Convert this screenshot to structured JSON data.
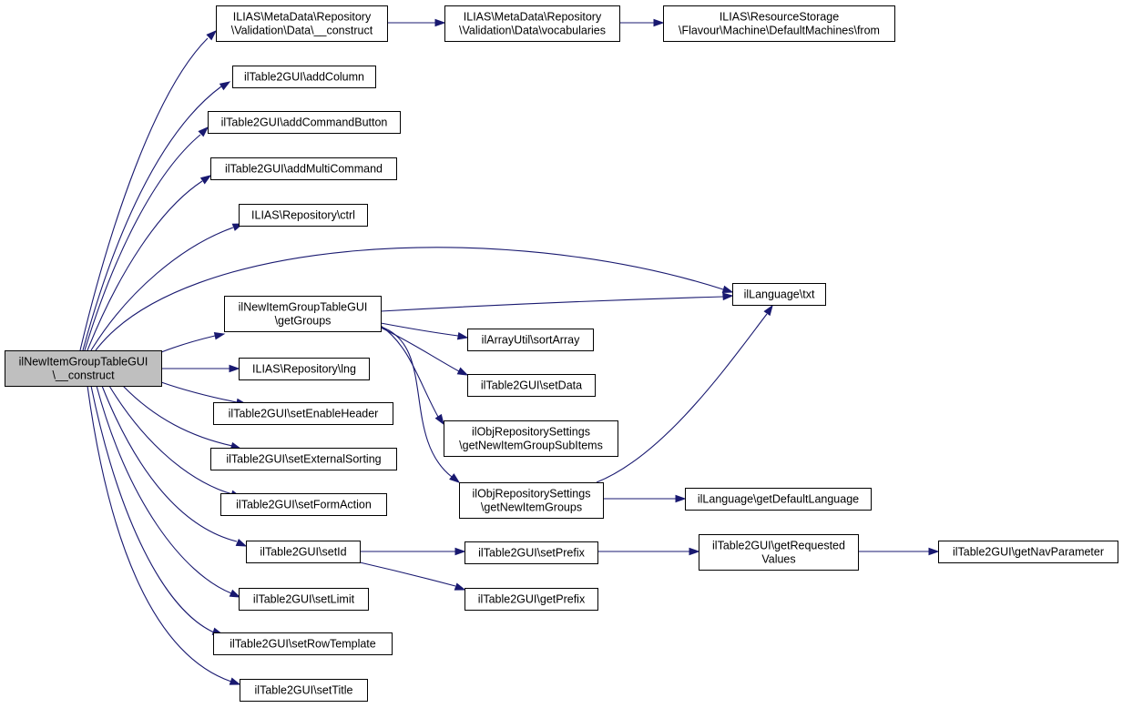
{
  "nodes": {
    "root": [
      "ilNewItemGroupTableGUI",
      "\\__construct"
    ],
    "md_construct": [
      "ILIAS\\MetaData\\Repository",
      "\\Validation\\Data\\__construct"
    ],
    "md_vocab": [
      "ILIAS\\MetaData\\Repository",
      "\\Validation\\Data\\vocabularies"
    ],
    "rs_from": [
      "ILIAS\\ResourceStorage",
      "\\Flavour\\Machine\\DefaultMachines\\from"
    ],
    "addColumn": [
      "ilTable2GUI\\addColumn"
    ],
    "addCommandButton": [
      "ilTable2GUI\\addCommandButton"
    ],
    "addMultiCommand": [
      "ilTable2GUI\\addMultiCommand"
    ],
    "ctrl": [
      "ILIAS\\Repository\\ctrl"
    ],
    "txt": [
      "ilLanguage\\txt"
    ],
    "getGroups": [
      "ilNewItemGroupTableGUI",
      "\\getGroups"
    ],
    "sortArray": [
      "ilArrayUtil\\sortArray"
    ],
    "lng": [
      "ILIAS\\Repository\\lng"
    ],
    "setData": [
      "ilTable2GUI\\setData"
    ],
    "setEnableHeader": [
      "ilTable2GUI\\setEnableHeader"
    ],
    "getNewItemGroupSubItems": [
      "ilObjRepositorySettings",
      "\\getNewItemGroupSubItems"
    ],
    "setExternalSorting": [
      "ilTable2GUI\\setExternalSorting"
    ],
    "getNewItemGroups": [
      "ilObjRepositorySettings",
      "\\getNewItemGroups"
    ],
    "getDefaultLanguage": [
      "ilLanguage\\getDefaultLanguage"
    ],
    "setFormAction": [
      "ilTable2GUI\\setFormAction"
    ],
    "setId": [
      "ilTable2GUI\\setId"
    ],
    "setPrefix": [
      "ilTable2GUI\\setPrefix"
    ],
    "getRequestedValues": [
      "ilTable2GUI\\getRequested",
      "Values"
    ],
    "getNavParameter": [
      "ilTable2GUI\\getNavParameter"
    ],
    "getPrefix": [
      "ilTable2GUI\\getPrefix"
    ],
    "setLimit": [
      "ilTable2GUI\\setLimit"
    ],
    "setRowTemplate": [
      "ilTable2GUI\\setRowTemplate"
    ],
    "setTitle": [
      "ilTable2GUI\\setTitle"
    ]
  },
  "edges": [
    [
      "root",
      "md_construct"
    ],
    [
      "root",
      "addColumn"
    ],
    [
      "root",
      "addCommandButton"
    ],
    [
      "root",
      "addMultiCommand"
    ],
    [
      "root",
      "ctrl"
    ],
    [
      "root",
      "txt"
    ],
    [
      "root",
      "getGroups"
    ],
    [
      "root",
      "lng"
    ],
    [
      "root",
      "setEnableHeader"
    ],
    [
      "root",
      "setExternalSorting"
    ],
    [
      "root",
      "setFormAction"
    ],
    [
      "root",
      "setId"
    ],
    [
      "root",
      "setLimit"
    ],
    [
      "root",
      "setRowTemplate"
    ],
    [
      "root",
      "setTitle"
    ],
    [
      "md_construct",
      "md_vocab"
    ],
    [
      "md_vocab",
      "rs_from"
    ],
    [
      "getGroups",
      "txt"
    ],
    [
      "getGroups",
      "sortArray"
    ],
    [
      "getGroups",
      "setData"
    ],
    [
      "getGroups",
      "getNewItemGroupSubItems"
    ],
    [
      "getGroups",
      "getNewItemGroups"
    ],
    [
      "getNewItemGroups",
      "txt"
    ],
    [
      "getNewItemGroups",
      "getDefaultLanguage"
    ],
    [
      "setId",
      "setPrefix"
    ],
    [
      "setId",
      "getPrefix"
    ],
    [
      "setPrefix",
      "getRequestedValues"
    ],
    [
      "getRequestedValues",
      "getNavParameter"
    ]
  ]
}
